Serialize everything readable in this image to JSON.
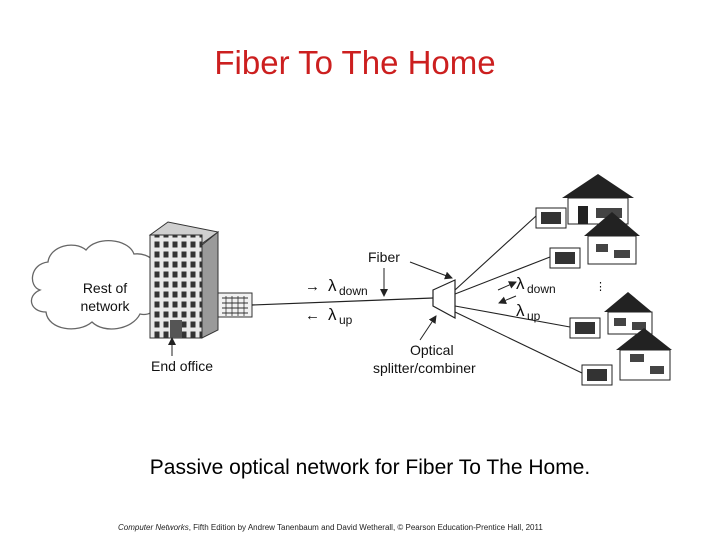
{
  "title": "Fiber To The Home",
  "diagram": {
    "cloud_label_line1": "Rest of",
    "cloud_label_line2": "network",
    "end_office_label": "End office",
    "fiber_label": "Fiber",
    "splitter_label_line1": "Optical",
    "splitter_label_line2": "splitter/combiner",
    "lambda_symbol": "λ",
    "down_subscript": "down",
    "up_subscript": "up"
  },
  "caption": "Passive optical network for Fiber To The Home.",
  "footer": {
    "book_title": "Computer Networks",
    "rest": ", Fifth Edition by Andrew Tanenbaum and David Wetherall, © Pearson Education-Prentice Hall, 2011"
  }
}
